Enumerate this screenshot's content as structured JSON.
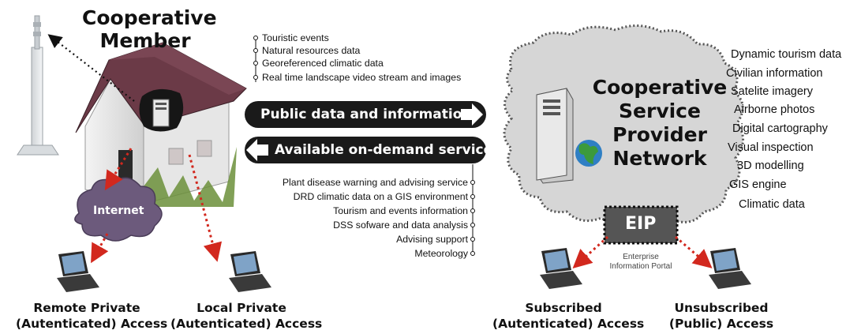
{
  "member": {
    "title_line1": "Cooperative",
    "title_line2": "Member"
  },
  "public_data_list": [
    "Touristic events",
    "Natural resources data",
    "Georeferenced climatic data",
    "Real time landscape video stream and images"
  ],
  "arrows": {
    "public": "Public data and information",
    "services": "Available on-demand services"
  },
  "services_list": [
    "Plant disease warning and advising service",
    "DRD climatic data on a GIS environment",
    "Tourism and events information",
    "DSS sofware and data analysis",
    "Advising support",
    "Meteorology"
  ],
  "provider": {
    "line1": "Cooperative",
    "line2": "Service",
    "line3": "Provider",
    "line4": "Network"
  },
  "provider_data": [
    "Dynamic tourism data",
    "Civilian information",
    "Satelite imagery",
    "Airborne photos",
    "Digital cartography",
    "Visual inspection",
    "3D modelling",
    "GIS engine",
    "Climatic data"
  ],
  "eip": {
    "label": "EIP",
    "sub1": "Enterprise",
    "sub2": "Information Portal"
  },
  "internet": "Internet",
  "access": {
    "remote": {
      "line1": "Remote Private",
      "line2": "(Autenticated) Access"
    },
    "local": {
      "line1": "Local Private",
      "line2": "(Autenticated) Access"
    },
    "subscribed": {
      "line1": "Subscribed",
      "line2": "(Autenticated) Access"
    },
    "unsubscribed": {
      "line1": "Unsubscribed",
      "line2": "(Public) Access"
    }
  },
  "colors": {
    "dark": "#1a1a1a",
    "roof": "#6b3a47",
    "red_dotted": "#d2281e",
    "cloud": "#d6d6d6",
    "internet": "#6c5a7c",
    "eip_box": "#555555"
  }
}
